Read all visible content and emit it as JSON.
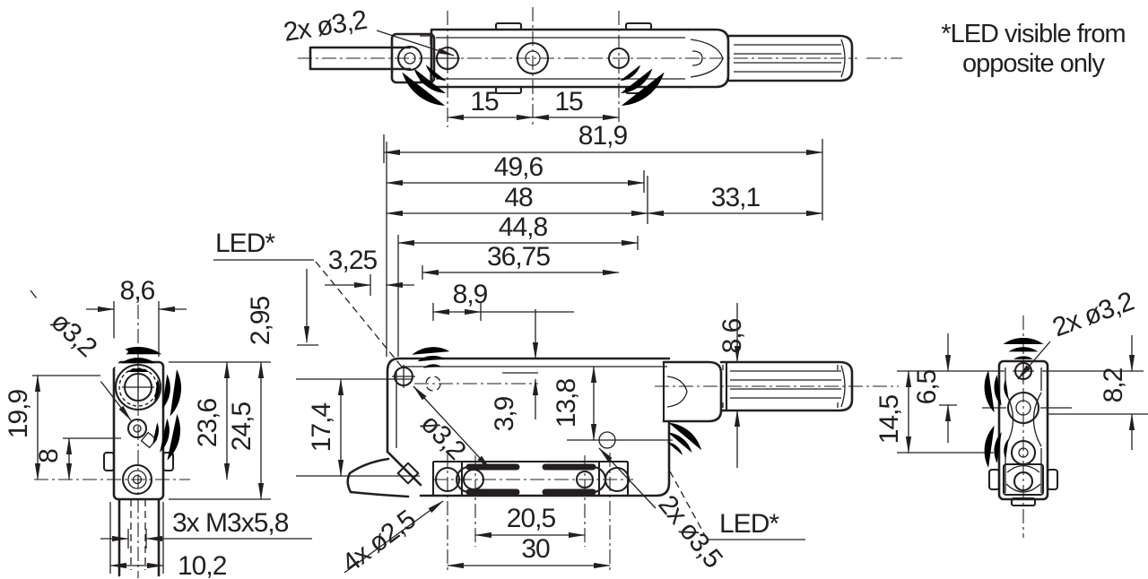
{
  "note": {
    "line1": "*LED visible from",
    "line2": "opposite only"
  },
  "top_view": {
    "holes": "2x ø3,2",
    "pitch_left": "15",
    "pitch_right": "15"
  },
  "lengths": {
    "total": "81,9",
    "l1": "49,6",
    "l2": "48",
    "l3": "44,8",
    "l4": "36,75",
    "l5": "33,1",
    "l6": "8,9",
    "l7": "3,25",
    "l8": "2,95"
  },
  "side_view": {
    "led_top": "LED*",
    "led_bottom": "LED*",
    "height_17_4": "17,4",
    "depth_3_9": "3,9",
    "depth_13_8": "13,8",
    "barrel_dia": "8,6",
    "hole_dia": "ø3,2",
    "slot_holes": "4x ø2,5",
    "led_holes": "2x ø3,5",
    "slot_pitch": "20,5",
    "slot_span": "30"
  },
  "left_view": {
    "width": "8,6",
    "hole_dia": "ø3,2",
    "h_19_9": "19,9",
    "h_8": "8",
    "h_23_6": "23,6",
    "h_24_5": "24,5",
    "thread": "3x M3x5,8",
    "stem_width": "10,2"
  },
  "right_view": {
    "holes": "2x ø3,2",
    "h_14_5": "14,5",
    "h_6_5": "6,5",
    "h_8_2": "8,2"
  }
}
